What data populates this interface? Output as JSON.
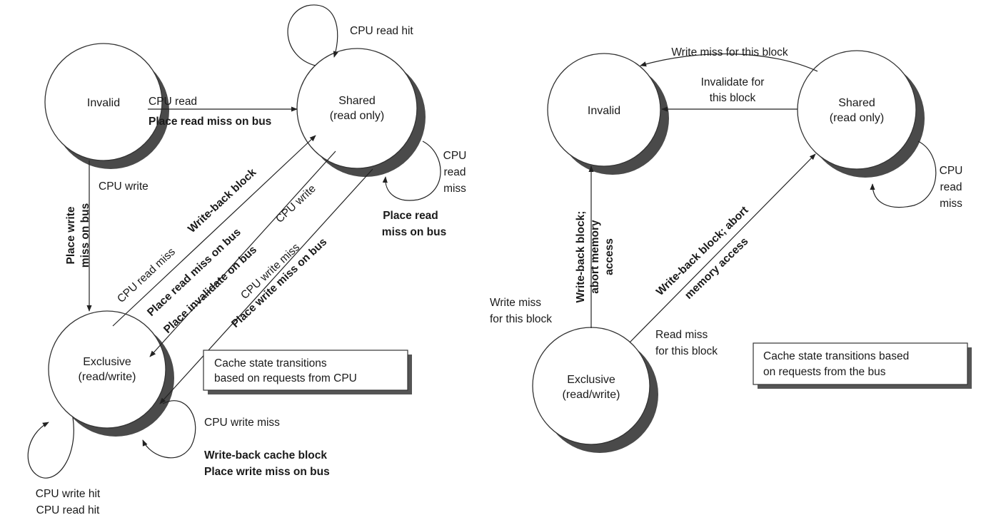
{
  "left": {
    "states": {
      "invalid": "Invalid",
      "shared_l1": "Shared",
      "shared_l2": "(read only)",
      "exclusive_l1": "Exclusive",
      "exclusive_l2": "(read/write)"
    },
    "labels": {
      "cpu_read_hit_top": "CPU read hit",
      "cpu_read": "CPU read",
      "place_read_miss_on_bus": "Place read miss on bus",
      "cpu_write": "CPU write",
      "place_write_l1": "Place write",
      "place_write_l2": "miss on bus",
      "cpu_read_miss": "CPU read miss",
      "write_back_block": "Write-back block",
      "place_read_miss_on_bus_diag": "Place read miss on bus",
      "cpu_write_diag": "CPU write",
      "place_invalidate_on_bus": "Place invalidate on bus",
      "cpu_write_miss_diag": "CPU write miss",
      "place_write_miss_on_bus_diag": "Place write miss on bus",
      "shared_cpu_l1": "CPU",
      "shared_cpu_l2": "read",
      "shared_cpu_l3": "miss",
      "shared_place_read_l1": "Place read",
      "shared_place_read_l2": "miss on bus",
      "excl_cpu_write_miss": "CPU write miss",
      "excl_write_back_cache_block": "Write-back cache block",
      "excl_place_write_miss": "Place write miss on bus",
      "cpu_write_hit": "CPU write hit",
      "cpu_read_hit_bottom": "CPU read hit"
    },
    "legend_l1": "Cache state transitions",
    "legend_l2": "based on requests from CPU"
  },
  "right": {
    "states": {
      "invalid": "Invalid",
      "shared_l1": "Shared",
      "shared_l2": "(read only)",
      "exclusive_l1": "Exclusive",
      "exclusive_l2": "(read/write)"
    },
    "labels": {
      "write_miss_for_this_block_top": "Write miss for this block",
      "invalidate_l1": "Invalidate for",
      "invalidate_l2": "this block",
      "cpu_l1": "CPU",
      "cpu_l2": "read",
      "cpu_l3": "miss",
      "wb_abort_l1": "Write-back block;",
      "wb_abort_l2": "abort memory",
      "wb_abort_l3": "access",
      "write_miss_l1": "Write miss",
      "write_miss_l2": "for this block",
      "wb_abort_diag_l1": "Write-back block; abort",
      "wb_abort_diag_l2": "memory access",
      "read_miss_l1": "Read miss",
      "read_miss_l2": "for this block"
    },
    "legend_l1": "Cache state transitions based",
    "legend_l2": "on requests from the bus"
  }
}
